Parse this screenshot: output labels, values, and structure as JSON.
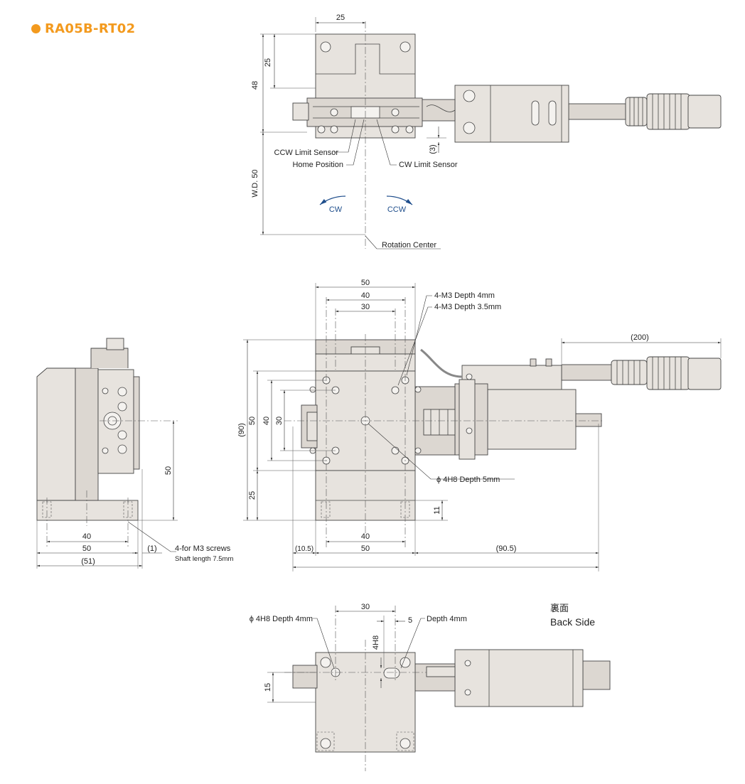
{
  "title": "RA05B-RT02",
  "colors": {
    "title": "#f39a1e",
    "body": "#e7e3de",
    "arrow_blue": "#1f4e8c"
  },
  "top_view": {
    "dim_width_top": "25",
    "dim_height_25": "25",
    "dim_height_48": "48",
    "dim_wd": "W.D. 50",
    "dim_3": "(3)",
    "label_ccw_limit": "CCW Limit Sensor",
    "label_home": "Home Position",
    "label_cw_limit": "CW Limit Sensor",
    "arrow_cw": "CW",
    "arrow_ccw": "CCW",
    "label_rotation_center": "Rotation Center"
  },
  "side_view": {
    "dim_50_vertical": "50",
    "dim_40": "40",
    "dim_50": "50",
    "dim_51": "(51)",
    "dim_1": "(1)",
    "label_screws_1": "4-for M3 screws",
    "label_screws_2": "Shaft length 7.5mm"
  },
  "front_view": {
    "dim_50_top": "50",
    "dim_40_top": "40",
    "dim_30_top": "30",
    "label_m3_4": "4-M3 Depth 4mm",
    "label_m3_35": "4-M3 Depth 3.5mm",
    "dim_200": "(200)",
    "dim_90": "(90)",
    "dim_50_v": "50",
    "dim_40_v": "40",
    "dim_30_v": "30",
    "dim_25_v": "25",
    "label_phi4h8_5": "ϕ 4H8 Depth 5mm",
    "dim_11": "11",
    "dim_40_bottom": "40",
    "dim_10_5": "(10.5)",
    "dim_50_bottom": "50",
    "dim_90_5": "(90.5)"
  },
  "back_view": {
    "label_jp": "裏面",
    "label_en": "Back Side",
    "dim_30": "30",
    "dim_5": "5",
    "label_phi4h8_4": "ϕ 4H8 Depth 4mm",
    "label_depth4": "Depth 4mm",
    "label_4h8": "4H8",
    "dim_15": "15"
  }
}
